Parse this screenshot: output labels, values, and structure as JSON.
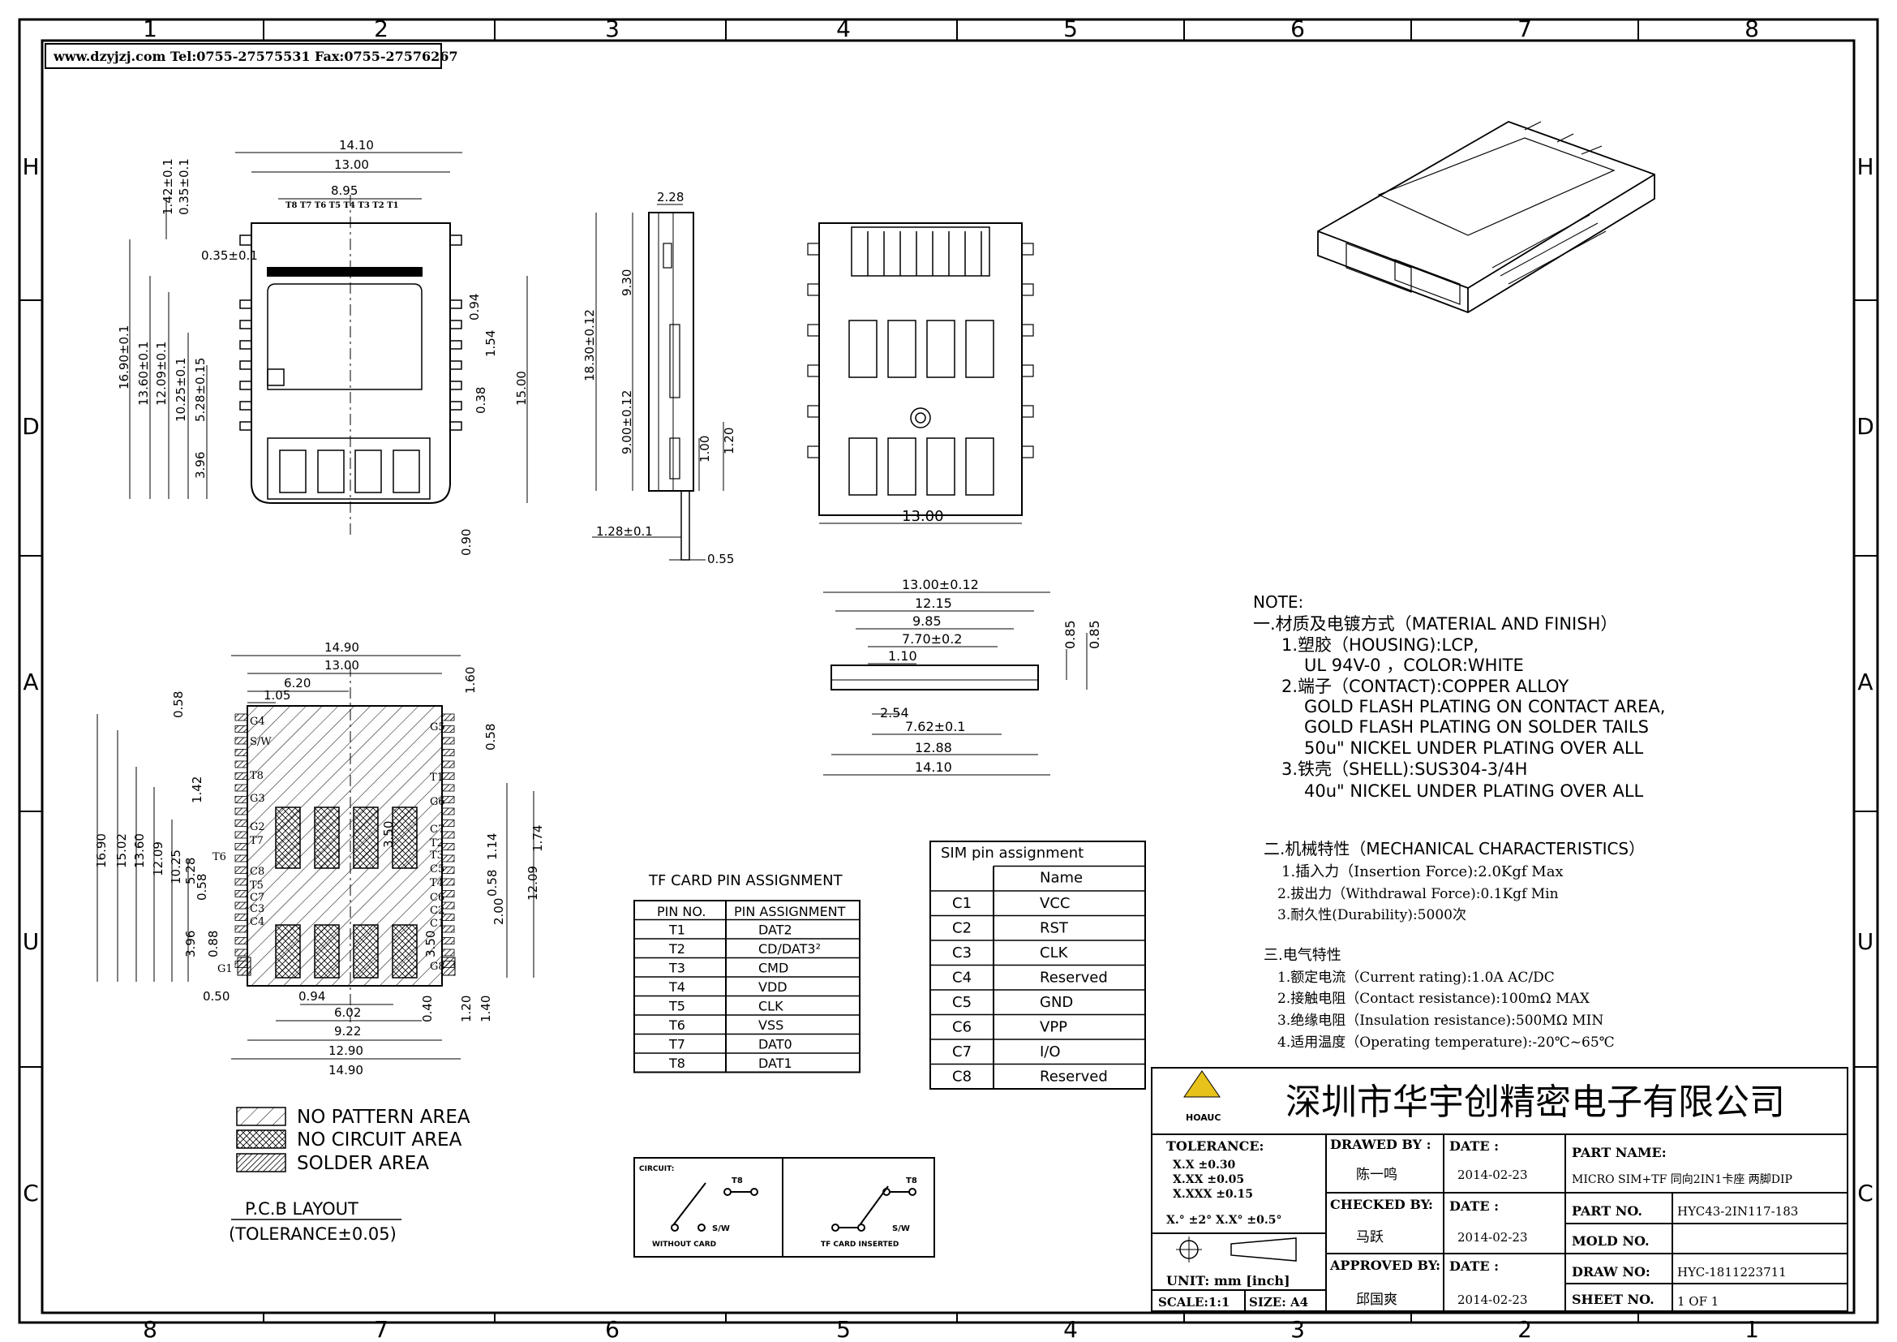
{
  "header": {
    "url_fax": "www.dzyjzj.com  Tel:0755-27575531  Fax:0755-27576267"
  },
  "frame": {
    "columns_top": [
      "1",
      "2",
      "3",
      "4",
      "5",
      "6",
      "7",
      "8"
    ],
    "columns_bottom": [
      "8",
      "7",
      "6",
      "5",
      "4",
      "3",
      "2",
      "1"
    ],
    "rows_left": [
      "H",
      "D",
      "A",
      "U",
      "C"
    ],
    "rows_right": [
      "H",
      "D",
      "A",
      "U",
      "C"
    ]
  },
  "top_view": {
    "dims": [
      "14.10",
      "13.00",
      "8.95",
      "1.42±0.1",
      "0.35±0.1",
      "0.35±0.1",
      "16.90±0.1",
      "13.60±0.1",
      "12.09±0.1",
      "10.25±0.1",
      "5.28±0.15",
      "3.96",
      "0.94",
      "1.54",
      "0.38",
      "15.00",
      "0.90"
    ],
    "pin_strip": "T8 T7 T6 T5 T4 T3 T2 T1"
  },
  "side_view": {
    "dims": [
      "2.28",
      "9.30",
      "18.30±0.12",
      "9.00±0.12",
      "1.00",
      "1.20",
      "1.28±0.1",
      "0.55"
    ]
  },
  "bottom_view": {
    "dims": [
      "13.00"
    ]
  },
  "front_view": {
    "dims": [
      "13.00±0.12",
      "12.15",
      "9.85",
      "7.70±0.2",
      "1.10",
      "0.85",
      "0.85",
      "2.54",
      "7.62±0.1",
      "12.88",
      "14.10"
    ]
  },
  "pcb": {
    "dims": [
      "14.90",
      "13.00",
      "6.20",
      "1.05",
      "1.60",
      "0.58",
      "0.58",
      "1.42",
      "16.90",
      "15.02",
      "13.60",
      "12.09",
      "10.25",
      "5.28",
      "0.58",
      "3.96",
      "0.88",
      "3.50",
      "1.14",
      "1.74",
      "0.58",
      "12.09",
      "2.00",
      "3.50",
      "0.50",
      "0.94",
      "6.02",
      "9.22",
      "12.90",
      "14.90",
      "0.40",
      "1.20",
      "1.40"
    ],
    "labels_left": [
      "G4",
      "S/W",
      "T8",
      "G3",
      "G2",
      "T7",
      "T6",
      "C8",
      "T5",
      "C7",
      "C3",
      "C4",
      "G1"
    ],
    "labels_right": [
      "G5",
      "T1",
      "G6",
      "C7",
      "T2",
      "T3",
      "C5",
      "T4",
      "C6",
      "C2",
      "C1",
      "G8"
    ]
  },
  "legend": {
    "items": [
      "NO  PATTERN  AREA",
      "NO  CIRCUIT  AREA",
      "SOLDER  AREA"
    ],
    "pcb_layout": "P.C.B  LAYOUT",
    "tolerance": "(TOLERANCE±0.05)"
  },
  "tf_table": {
    "title": "TF  CARD  PIN  ASSIGNMENT",
    "headers": [
      "PIN  NO.",
      "PIN  ASSIGNMENT"
    ],
    "rows": [
      [
        "T1",
        "DAT2"
      ],
      [
        "T2",
        "CD/DAT3²"
      ],
      [
        "T3",
        "CMD"
      ],
      [
        "T4",
        "VDD"
      ],
      [
        "T5",
        "CLK"
      ],
      [
        "T6",
        "VSS"
      ],
      [
        "T7",
        "DAT0"
      ],
      [
        "T8",
        "DAT1"
      ]
    ]
  },
  "sim_table": {
    "title": "SIM  pin  assignment",
    "header": "Name",
    "rows": [
      [
        "C1",
        "VCC"
      ],
      [
        "C2",
        "RST"
      ],
      [
        "C3",
        "CLK"
      ],
      [
        "C4",
        "Reserved"
      ],
      [
        "C5",
        "GND"
      ],
      [
        "C6",
        "VPP"
      ],
      [
        "C7",
        "I/O"
      ],
      [
        "C8",
        "Reserved"
      ]
    ]
  },
  "switch_diagram": {
    "left": {
      "circuit": "CIRCUIT:",
      "t8": "T8",
      "sw": "S/W",
      "caption": "WITHOUT   CARD"
    },
    "right": {
      "t8": "T8",
      "sw": "S/W",
      "caption": "TF  CARD  INSERTED"
    }
  },
  "notes": [
    "NOTE:",
    "一.材质及电镀方式（MATERIAL  AND  FINISH）",
    "1.塑胶（HOUSING):LCP,",
    "UL  94V-0 ，COLOR:WHITE",
    "2.端子（CONTACT):COPPER  ALLOY",
    "GOLD  FLASH  PLATING  ON  CONTACT  AREA,",
    "GOLD  FLASH  PLATING  ON  SOLDER  TAILS",
    "50u\"  NICKEL  UNDER  PLATING  OVER  ALL",
    "3.铁壳（SHELL):SUS304-3/4H",
    "40u\"  NICKEL  UNDER  PLATING  OVER  ALL",
    "二.机械特性（MECHANICAL  CHARACTERISTICS）",
    "1.插入力（Insertion  Force):2.0Kgf Max",
    "2.拔出力（Withdrawal Force):0.1Kgf Min",
    "3.耐久性(Durability):5000次",
    "三.电气特性",
    "1.额定电流（Current rating):1.0A AC/DC",
    "2.接触电阻（Contact resistance):100mΩ MAX",
    "3.绝缘电阻（Insulation resistance):500MΩ MIN",
    "4.适用温度（Operating temperature):-20℃~65℃"
  ],
  "title_block": {
    "company": "深圳市华宇创精密电子有限公司",
    "logo_text": "HOAUC",
    "tolerance_label": "TOLERANCE:",
    "tol_lines": [
      "X.X     ±0.30",
      "X.XX   ±0.05",
      "X.XXX  ±0.15"
    ],
    "angle_tol": "X.°  ±2°     X.X°  ±0.5°",
    "unit": "UNIT:  mm  [inch]",
    "scale": "SCALE:1:1",
    "size": "SIZE:  A4",
    "drawn_by_label": "DRAWED  BY :",
    "drawn_by": "陈一鸣",
    "checked_by_label": "CHECKED  BY:",
    "checked_by": "马跃",
    "approved_by_label": "APPROVED  BY:",
    "approved_by": "邱国爽",
    "date_label": "DATE :",
    "date1": "2014-02-23",
    "date2": "2014-02-23",
    "date3": "2014-02-23",
    "part_name_label": "PART  NAME:",
    "part_name": "MICRO SIM+TF 同向2IN1卡座 两脚DIP",
    "part_no_label": "PART  NO.",
    "part_no": "HYC43-2IN117-183",
    "mold_no_label": "MOLD  NO.",
    "mold_no": "",
    "draw_no_label": "DRAW  NO:",
    "draw_no": "HYC-1811223711",
    "sheet_no_label": "SHEET  NO.",
    "sheet_no": "1  OF  1"
  }
}
